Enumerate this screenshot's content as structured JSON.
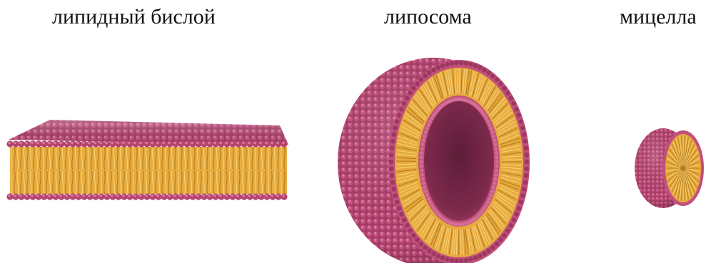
{
  "labels": {
    "bilayer": "липидный бислой",
    "liposome": "липосома",
    "micelle": "мицелла"
  },
  "colors": {
    "head": "#b5456f",
    "head_dark": "#7e2a4c",
    "head_light": "#d87a9c",
    "tail": "#e2a53a",
    "tail_dark": "#b97d1f",
    "tail_light": "#f7cf72"
  }
}
